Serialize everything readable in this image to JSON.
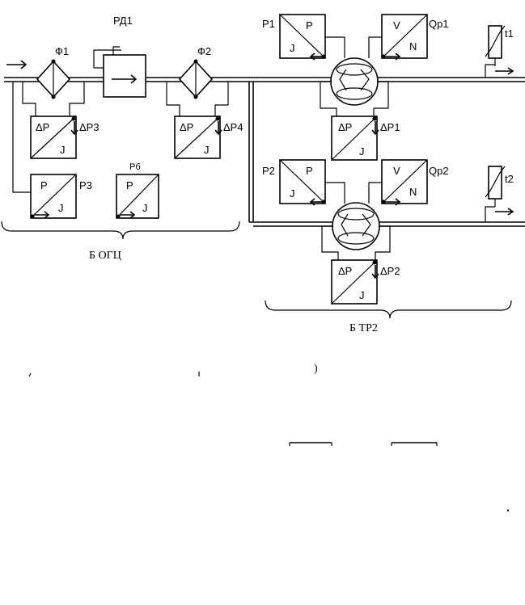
{
  "labels": {
    "f1": "Ф1",
    "f2": "Ф2",
    "rd1": "РД1",
    "p1": "Р1",
    "p2": "Р2",
    "p3": "Р3",
    "p_baro": "Рб",
    "qp1": "Qp1",
    "qp2": "Qp2",
    "t1": "t1",
    "t2": "t2",
    "dp1": "ΔP1",
    "dp2": "ΔP2",
    "dp3": "ΔP3",
    "dp4": "ΔP4"
  },
  "box_texts": {
    "dp_top": "ΔP",
    "dp_bottom": "J",
    "p_top": "P",
    "p_bottom": "J",
    "v_top": "V",
    "v_bottom": "N"
  },
  "captions": {
    "block_left": "Б      ОГЦ",
    "block_right": "Б        ТР2",
    "paren": ")"
  }
}
